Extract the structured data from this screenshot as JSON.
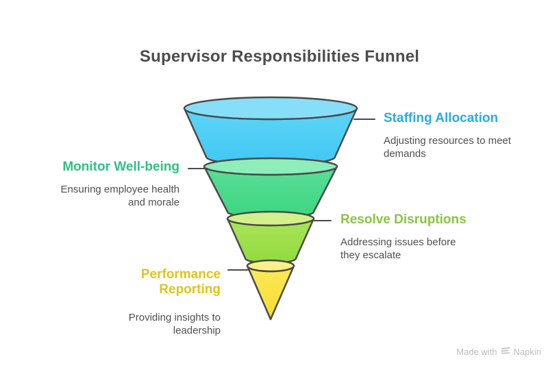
{
  "title": "Supervisor Responsibilities Funnel",
  "colors": {
    "title_text": "#4d4d4d",
    "body_text": "#4f4f4f",
    "outline": "#4a4a4a",
    "connector": "#4a4a4a",
    "watermark_text": "#bdbdbd",
    "background": "#ffffff"
  },
  "funnel": {
    "stages": [
      {
        "label": "Staffing Allocation",
        "description": "Adjusting resources to meet demands",
        "side": "right",
        "label_color": "#29abe2",
        "rim_color": "#87def9",
        "body_top": "#60d4f7",
        "body_bottom": "#3fc8f4"
      },
      {
        "label": "Monitor Well-being",
        "description": "Ensuring employee health and morale",
        "side": "left",
        "label_color": "#2ec184",
        "rim_color": "#8dedbb",
        "body_top": "#5bdd97",
        "body_bottom": "#3cd681"
      },
      {
        "label": "Resolve Disruptions",
        "description": "Addressing issues before they escalate",
        "side": "right",
        "label_color": "#8ac540",
        "rim_color": "#d2f18b",
        "body_top": "#abe45b",
        "body_bottom": "#90db3d"
      },
      {
        "label": "Performance Reporting",
        "description": "Providing insights to leadership",
        "side": "left",
        "label_color": "#e0c41c",
        "rim_color": "#fcf087",
        "body_top": "#fae95c",
        "body_bottom": "#f9dc2e"
      }
    ]
  },
  "watermark": {
    "prefix": "Made with",
    "brand": "Napkin",
    "icon": "napkin-logo-icon"
  }
}
